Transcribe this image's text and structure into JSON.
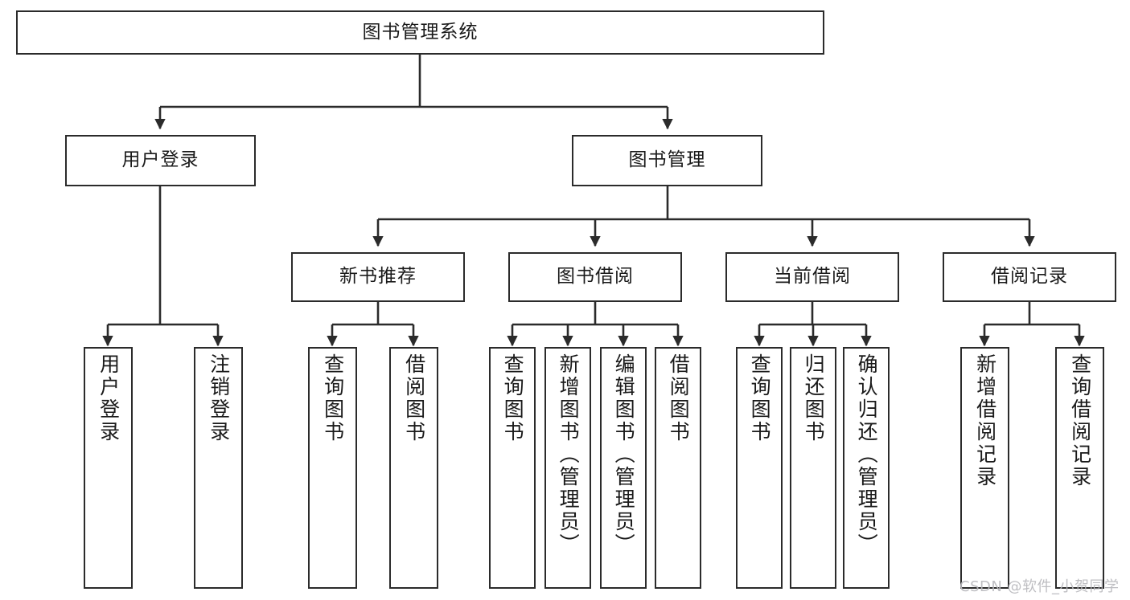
{
  "diagram": {
    "title": "图书管理系统",
    "type": "tree-hierarchy",
    "watermark": "CSDN @软件_小贺同学",
    "colors": {
      "box_border": "#2b2b2b",
      "box_fill": "#ffffff",
      "edge": "#2b2b2b",
      "text": "#1a1a1a",
      "watermark": "#b9b9bd",
      "background": "#ffffff"
    },
    "root": {
      "label": "图书管理系统"
    },
    "level2": [
      {
        "label": "用户登录"
      },
      {
        "label": "图书管理"
      }
    ],
    "level3": [
      {
        "label": "新书推荐"
      },
      {
        "label": "图书借阅"
      },
      {
        "label": "当前借阅"
      },
      {
        "label": "借阅记录"
      }
    ],
    "leaves": {
      "user_login": [
        {
          "label": "用户登录"
        },
        {
          "label": "注销登录"
        }
      ],
      "new_book_recommend": [
        {
          "label": "查询图书"
        },
        {
          "label": "借阅图书"
        }
      ],
      "book_borrow": [
        {
          "label": "查询图书"
        },
        {
          "label": "新增图书（管理员）"
        },
        {
          "label": "编辑图书（管理员）"
        },
        {
          "label": "借阅图书"
        }
      ],
      "current_borrow": [
        {
          "label": "查询图书"
        },
        {
          "label": "归还图书"
        },
        {
          "label": "确认归还（管理员）"
        }
      ],
      "borrow_record": [
        {
          "label": "新增借阅记录"
        },
        {
          "label": "查询借阅记录"
        }
      ]
    }
  }
}
